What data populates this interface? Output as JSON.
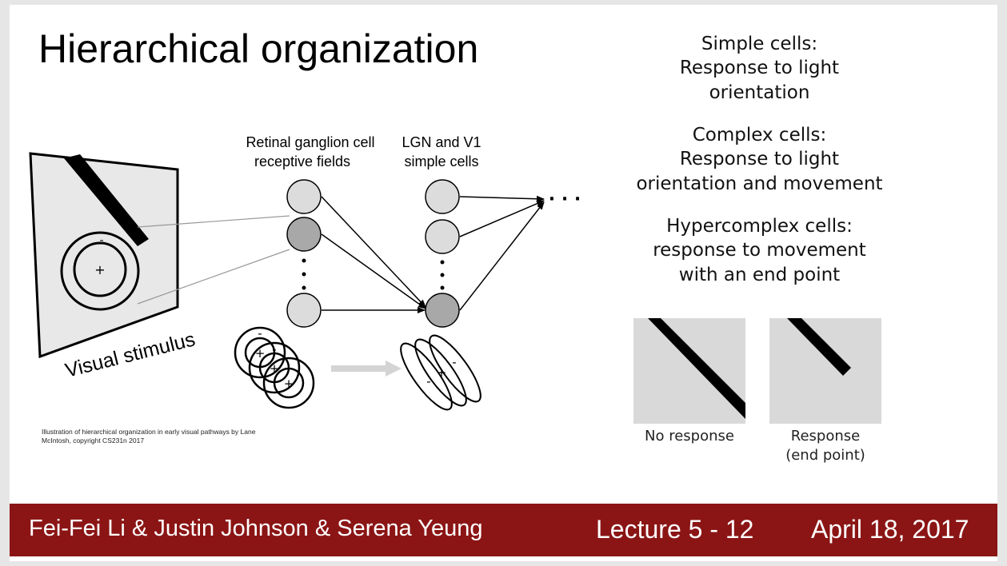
{
  "title": "Hierarchical organization",
  "diagram": {
    "stimulus_label": "Visual stimulus",
    "column1_label": [
      "Retinal ganglion cell",
      "receptive fields"
    ],
    "column2_label": [
      "LGN and V1",
      "simple cells"
    ],
    "plus": "+",
    "minus": "-",
    "ellipsis": "· · ·"
  },
  "caption": "Illustration of hierarchical organization in early visual pathways by Lane McIntosh, copyright CS231n 2017",
  "cells": [
    {
      "name": "Simple cells",
      "desc": [
        "Response to light",
        "orientation"
      ]
    },
    {
      "name": "Complex cells",
      "desc": [
        "Response to light",
        "orientation and movement"
      ]
    },
    {
      "name": "Hypercomplex cells",
      "desc": [
        "response to movement",
        "with an end point"
      ]
    }
  ],
  "responses": [
    {
      "label": [
        "No response"
      ]
    },
    {
      "label": [
        "Response",
        "(end point)"
      ]
    }
  ],
  "footer": {
    "authors": "Fei-Fei Li & Justin Johnson & Serena Yeung",
    "lecture": "Lecture 5 -  12",
    "date": "April 18, 2017"
  }
}
